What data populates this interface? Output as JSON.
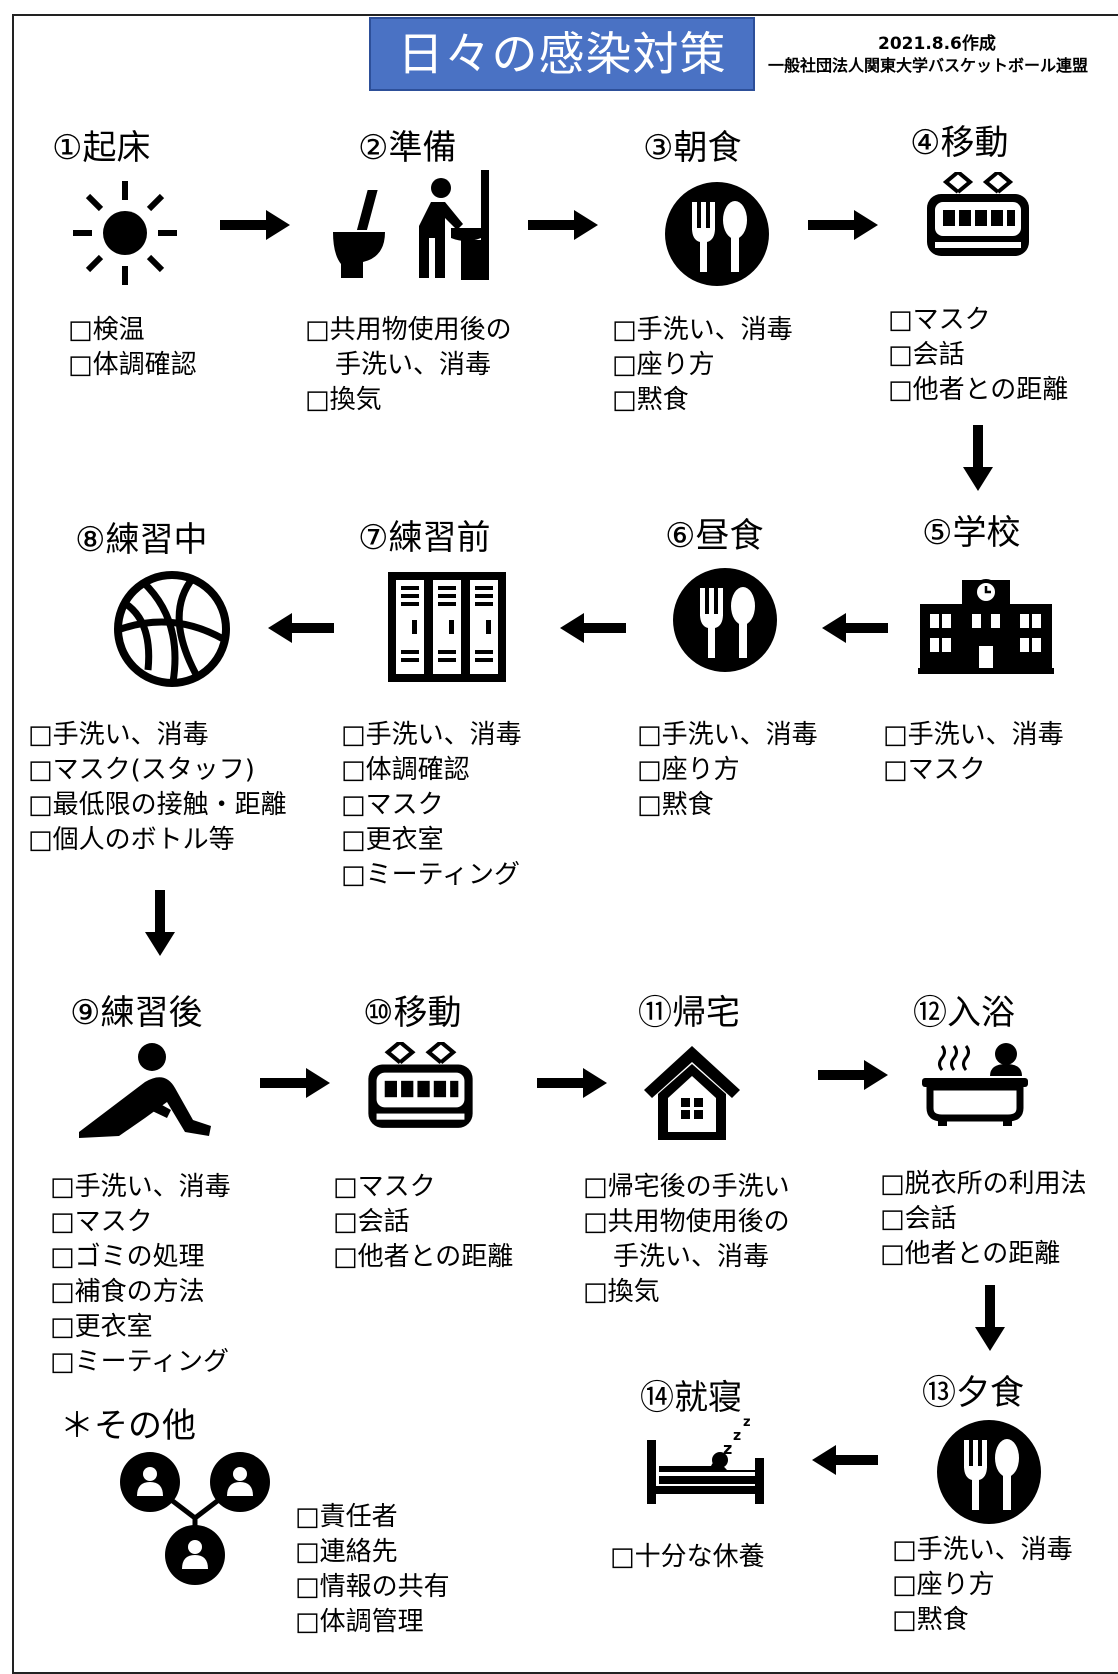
{
  "header": {
    "title": "日々の感染対策",
    "date": "2021.8.6作成",
    "organization": "一般社団法人関東大学バスケットボール連盟"
  },
  "steps": [
    {
      "title": "①起床",
      "icon": "sun-icon",
      "items": [
        "□検温",
        "□体調確認"
      ]
    },
    {
      "title": "②準備",
      "icon": "toilet-washstand-icon",
      "items": [
        "□共用物使用後の",
        "手洗い、消毒",
        "□換気"
      ]
    },
    {
      "title": "③朝食",
      "icon": "fork-spoon-icon",
      "items": [
        "□手洗い、消毒",
        "□座り方",
        "□黙食"
      ]
    },
    {
      "title": "④移動",
      "icon": "train-icon",
      "items": [
        "□マスク",
        "□会話",
        "□他者との距離"
      ]
    },
    {
      "title": "⑤学校",
      "icon": "school-building-icon",
      "items": [
        "□手洗い、消毒",
        "□マスク"
      ]
    },
    {
      "title": "⑥昼食",
      "icon": "fork-spoon-icon",
      "items": [
        "□手洗い、消毒",
        "□座り方",
        "□黙食"
      ]
    },
    {
      "title": "⑦練習前",
      "icon": "locker-icon",
      "items": [
        "□手洗い、消毒",
        "□体調確認",
        "□マスク",
        "□更衣室",
        "□ミーティング"
      ]
    },
    {
      "title": "⑧練習中",
      "icon": "basketball-icon",
      "items": [
        "□手洗い、消毒",
        "□マスク(スタッフ)",
        "□最低限の接触・距離",
        "□個人のボトル等"
      ]
    },
    {
      "title": "⑨練習後",
      "icon": "stretching-person-icon",
      "items": [
        "□手洗い、消毒",
        "□マスク",
        "□ゴミの処理",
        "□補食の方法",
        "□更衣室",
        "□ミーティング"
      ]
    },
    {
      "title": "⑩移動",
      "icon": "train-icon",
      "items": [
        "□マスク",
        "□会話",
        "□他者との距離"
      ]
    },
    {
      "title": "⑪帰宅",
      "icon": "house-icon",
      "items": [
        "□帰宅後の手洗い",
        "□共用物使用後の",
        "手洗い、消毒",
        "□換気"
      ]
    },
    {
      "title": "⑫入浴",
      "icon": "bathtub-icon",
      "items": [
        "□脱衣所の利用法",
        "□会話",
        "□他者との距離"
      ]
    },
    {
      "title": "⑬夕食",
      "icon": "fork-spoon-icon",
      "items": [
        "□手洗い、消毒",
        "□座り方",
        "□黙食"
      ]
    },
    {
      "title": "⑭就寝",
      "icon": "sleeping-bed-icon",
      "items": [
        "□十分な休養"
      ]
    }
  ],
  "other": {
    "title": "＊その他",
    "icon": "people-network-icon",
    "items": [
      "□責任者",
      "□連絡先",
      "□情報の共有",
      "□体調管理"
    ]
  }
}
